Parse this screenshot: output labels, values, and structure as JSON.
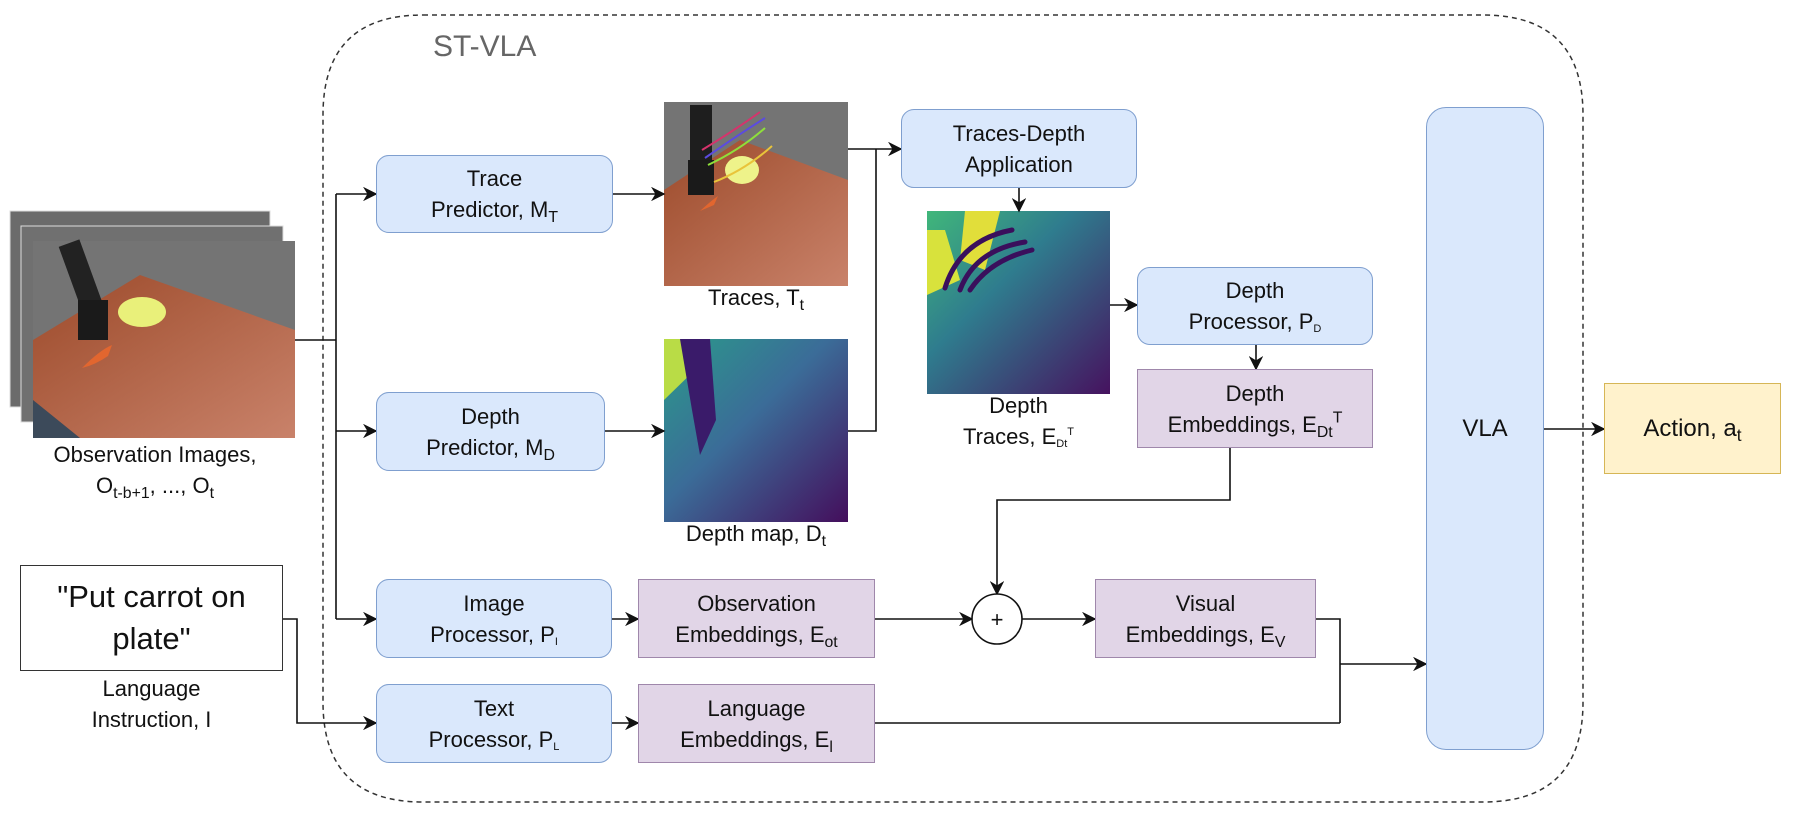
{
  "title": "ST-VLA",
  "inputs": {
    "observation": {
      "label_line1": "Observation Images,",
      "label_o1": "O",
      "label_sub1": "t-b+1",
      "label_mid": ", ..., ",
      "label_o2": "O",
      "label_sub2": "t"
    },
    "instruction": {
      "text_line1": "\"Put carrot on",
      "text_line2": "plate\"",
      "label_line1": "Language",
      "label_line2": "Instruction, I"
    }
  },
  "modules": {
    "trace_predictor": {
      "line1": "Trace",
      "line2": "Predictor, M",
      "sub": "T"
    },
    "depth_predictor": {
      "line1": "Depth",
      "line2": "Predictor, M",
      "sub": "D"
    },
    "image_processor": {
      "line1": "Image",
      "line2": "Processor, P",
      "sub": "I"
    },
    "text_processor": {
      "line1": "Text",
      "line2": "Processor, P",
      "sub": "L"
    },
    "traces_depth_application": {
      "line1": "Traces-Depth",
      "line2": "Application"
    },
    "depth_processor": {
      "line1": "Depth",
      "line2": "Processor, P",
      "sub": "D"
    },
    "vla": {
      "label": "VLA"
    }
  },
  "embeddings": {
    "observation": {
      "line1": "Observation",
      "line2": "Embeddings, E",
      "sub": "ot"
    },
    "language": {
      "line1": "Language",
      "line2": "Embeddings, E",
      "sub": "l"
    },
    "depth": {
      "line1": "Depth",
      "line2": "Embeddings, E",
      "sub": "Dt",
      "sup": "T"
    },
    "visual": {
      "line1": "Visual",
      "line2": "Embeddings, E",
      "sub": "V"
    }
  },
  "intermediate": {
    "traces": {
      "label": "Traces, T",
      "sub": "t"
    },
    "depth_map": {
      "label": "Depth map, D",
      "sub": "t"
    },
    "depth_traces": {
      "line1": "Depth",
      "line2": "Traces,  E",
      "sub": "Dt",
      "sup": "T"
    }
  },
  "fusion": {
    "symbol": "+"
  },
  "output": {
    "label": "Action, a",
    "sub": "t"
  },
  "colors": {
    "module_fill": "#dae8fc",
    "embedding_fill": "#e1d5e7",
    "output_fill": "#fff2cc",
    "title_gray": "#666666"
  }
}
